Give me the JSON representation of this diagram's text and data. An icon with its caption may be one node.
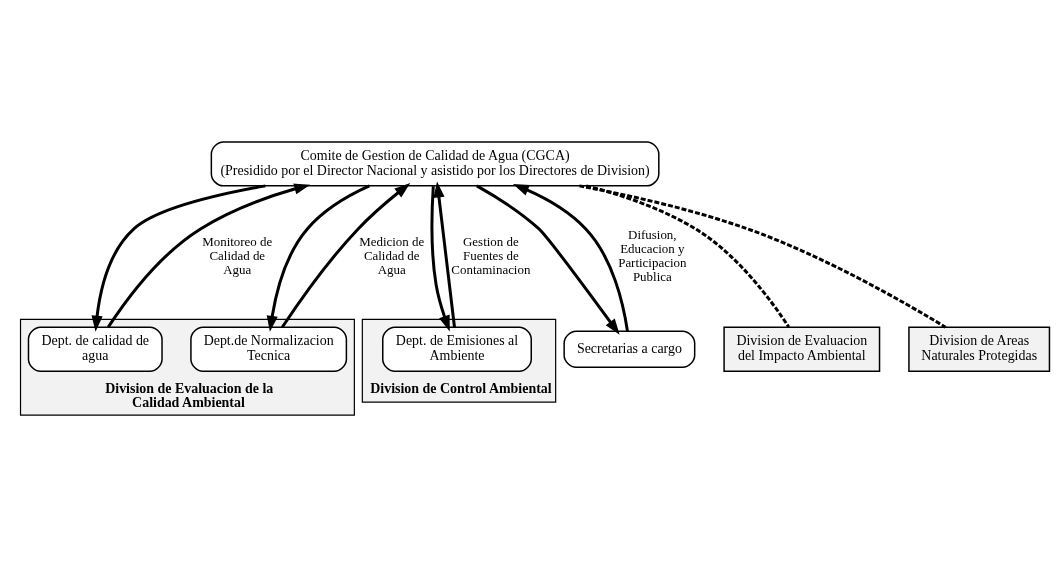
{
  "diagram": {
    "nodes": [
      {
        "text": [
          "Comite de Gestion de Calidad de Agua (CGCA)",
          "(Presidido por el Director Nacional y asistido por los Directores de Division)"
        ]
      },
      {
        "text": [
          "Division de Evaluacion de la Calidad Ambiental"
        ]
      },
      {
        "text": [
          "Dept. de calidad de agua"
        ],
        "in": 1
      },
      {
        "text": [
          "Dept.de Normalizacion Tecnica"
        ],
        "in": 1
      },
      {
        "text": [
          "Division de Control Ambiental"
        ]
      },
      {
        "text": [
          "Dept. de Emisiones al Ambiente"
        ],
        "in": 4
      },
      {
        "text": [
          "Secretarias a cargo"
        ]
      },
      {
        "text": [
          "Division de Evaluacion del Impacto Ambiental"
        ]
      },
      {
        "text": [
          "Division de Areas Naturales Protegidas"
        ]
      }
    ],
    "edges": [
      {
        "from": 2,
        "to": 0,
        "arrow": "to",
        "label": "Monitoreo de Calidad de Agua"
      },
      {
        "from": 0,
        "to": 2,
        "arrow": "to"
      },
      {
        "from": 3,
        "to": 0,
        "arrow": "to",
        "label": "Medicion de Calidad de Agua"
      },
      {
        "from": 0,
        "to": 3,
        "arrow": "to"
      },
      {
        "from": 5,
        "to": 0,
        "arrow": "to",
        "label": "Gestion de Fuentes de Contaminacion"
      },
      {
        "from": 0,
        "to": 5,
        "arrow": "to"
      },
      {
        "from": 6,
        "to": 0,
        "arrow": "to",
        "label": "Difusion, Educacion y Participacion Publica"
      },
      {
        "from": 0,
        "to": 6,
        "arrow": "to"
      },
      {
        "from": 0,
        "to": 8,
        "arrow": "none",
        "style": "dashed"
      },
      {
        "from": 0,
        "to": 7,
        "arrow": "none",
        "style": "dashed"
      }
    ]
  }
}
